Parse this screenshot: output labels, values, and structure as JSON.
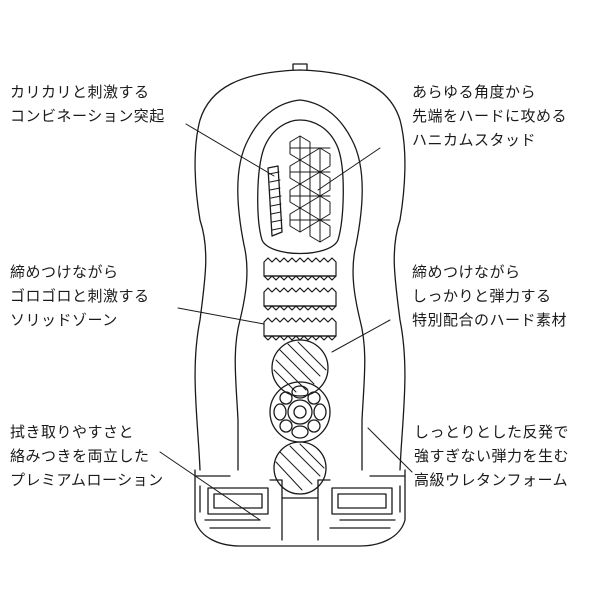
{
  "callouts": {
    "top_left": {
      "lines": [
        "カリカリと刺激する",
        "コンビネーション突起"
      ]
    },
    "top_right": {
      "lines": [
        "あらゆる角度から",
        "先端をハードに攻める",
        "ハニカムスタッド"
      ]
    },
    "middle_left": {
      "lines": [
        "締めつけながら",
        "ゴロゴロと刺激する",
        "ソリッドゾーン"
      ]
    },
    "middle_right": {
      "lines": [
        "締めつけながら",
        "しっかりと弾力する",
        "特別配合のハード素材"
      ]
    },
    "bottom_left": {
      "lines": [
        "拭き取りやすさと",
        "絡みつきを両立した",
        "プレミアムローション"
      ]
    },
    "bottom_right": {
      "lines": [
        "しっとりとした反発で",
        "強すぎない弾力を生む",
        "高級ウレタンフォーム"
      ]
    }
  },
  "colors": {
    "ink": "#1a1a1a",
    "background": "#ffffff"
  }
}
